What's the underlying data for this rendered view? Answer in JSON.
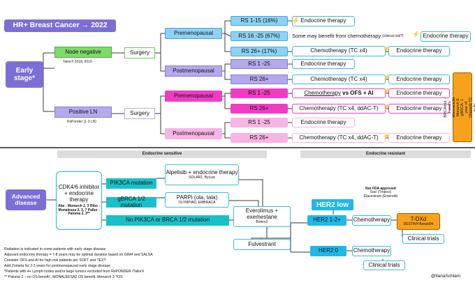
{
  "title": "HR+ Breast Cancer → 2022",
  "early": {
    "stage": "Early stage*",
    "node_negative": "Node negative",
    "tailorx": "TailorX 2018, 2019",
    "positive_ln": "Positive LN",
    "rxponder": "RxPonder (1-3 LN)",
    "surgery": "Surgery",
    "premeno": "Premenopausal",
    "postmeno": "Postmenopausal",
    "rs": [
      "RS 1-15 (16%)",
      "RS 16 -25 (67%)",
      "RS 26+ (17%)",
      "RS 1 -25",
      "RS 26+",
      "RS 1 -25",
      "RS 26+",
      "RS 1 -25",
      "RS 26+"
    ],
    "endocrine": "Endocrine therapy",
    "chemo_tc": "Chemotherapy (TC x4)",
    "chemo_tcac": "Chemotherapy (TC x4, ddAC-T)",
    "maybe": "Some may benefit from chemotherapy",
    "clinical_risk": "(clinical risk?)",
    "chemo_vs": "Chemotherapy",
    "vs": "vs OFS + AI",
    "brca_box": "BRCAmut – 2 years abemaciclib Monarch E gBRCA- 1 year of Olaparib TC or 4+ LN/OLYMPIA"
  },
  "advanced": {
    "label": "Advanced disease",
    "endo_sensitive": "Endocrine sensitive",
    "endo_resistant": "Endocrine resistant",
    "cdk": "CDK4/6 inhibitor + endocrine therapy",
    "cdk_refs": "Abe - Monarch 2, 3 Ribo - Monalesea 2, 3, 7 Palbo -Paloma 2, 3**",
    "pik3ca": "PIK3CA mutation",
    "gbrca": "gBRCA 1/2 mutation",
    "no_mut": "No PIK3CA or BRCA 1/2 mutation",
    "alpelisib": "Alpelisib + endocrine therapy",
    "solar": "SOLAR1, ByLive",
    "parpi": "PARPi (ola, tala)",
    "olympiad": "OLYMPIAD, EMBRACA",
    "everolimus": "Everolimus + exemestane",
    "bolero": "Bolero2",
    "fulvestrant": "Fulvestrant",
    "not_fda": "Not FDA approved",
    "saci": "Saci (Tropics)",
    "elacestrant": "Elacestrant (Emerald)",
    "her2low": "HER2 low",
    "her2_12": "HER2 1-2+",
    "her2_0": "HER2 0",
    "chemo": "Chemotherapy",
    "tdxd": "T-DXd",
    "destiny": "DESTINY-Breast04",
    "trials": "Clinical trials"
  },
  "notes": [
    "Radiation is indicated in some patients with early stage disease",
    "Adjuvant endocrine therapy = 7-8 years may be optimal duration based on GIM4 and SALSA",
    "Consider OFS and AI for high risk patients per SOFT and TEXT",
    "Add Zometa for 2-3 years for postmenopausal  early stage disease",
    "*Patients with 4+ Lymph nodes and/or large tumors excluded  from RxPONDER /TailorX",
    "** Paloma 2 – no OS benefit , MONALEESA2 OS benefit, Monarch 3 ?OS"
  ],
  "handle": "@IlanaSchlam",
  "colors": {
    "purple": "#7b6fd6",
    "green": "#7edb6a",
    "blue": "#8ed2f4",
    "pink": "#f23bc4",
    "teal": "#18c1c9",
    "orange": "#f7a21b"
  }
}
